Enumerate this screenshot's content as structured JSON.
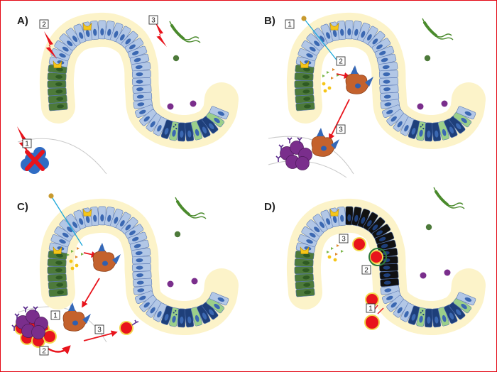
{
  "panels": {
    "a": {
      "letter": "A)",
      "labels": [
        "1",
        "2",
        "3"
      ]
    },
    "b": {
      "letter": "B)",
      "labels": [
        "1",
        "2",
        "3"
      ]
    },
    "c": {
      "letter": "C)",
      "labels": [
        "1",
        "2",
        "3"
      ]
    },
    "d": {
      "letter": "D)",
      "labels": [
        "1",
        "2",
        "3"
      ]
    }
  },
  "colors": {
    "frame": "#e30613",
    "lumen": "#fcf3c9",
    "epithelial_cell": "#b2c7e6",
    "cell_outline": "#5877b4",
    "nucleus": "#3b68b2",
    "stem_cell": "#4d7a3a",
    "paneth_cell": "#f5c518",
    "goblet_cell": "#9bcf8a",
    "crypt_cell": "#1e3f7a",
    "damaged_cell": "#111111",
    "dendritic_cell": "#c4622d",
    "t_cell": "#7a2e8c",
    "effector_cell": "#e8141c",
    "arrow": "#e8141c",
    "lightning": "#e8141c",
    "bacteria": "#4a8a2c",
    "antigen_blue": "#1aa6d9",
    "antigen_gold": "#c89a2e"
  },
  "icons": [
    "lightning-icon",
    "bacteria-icon",
    "cell-x-icon"
  ]
}
